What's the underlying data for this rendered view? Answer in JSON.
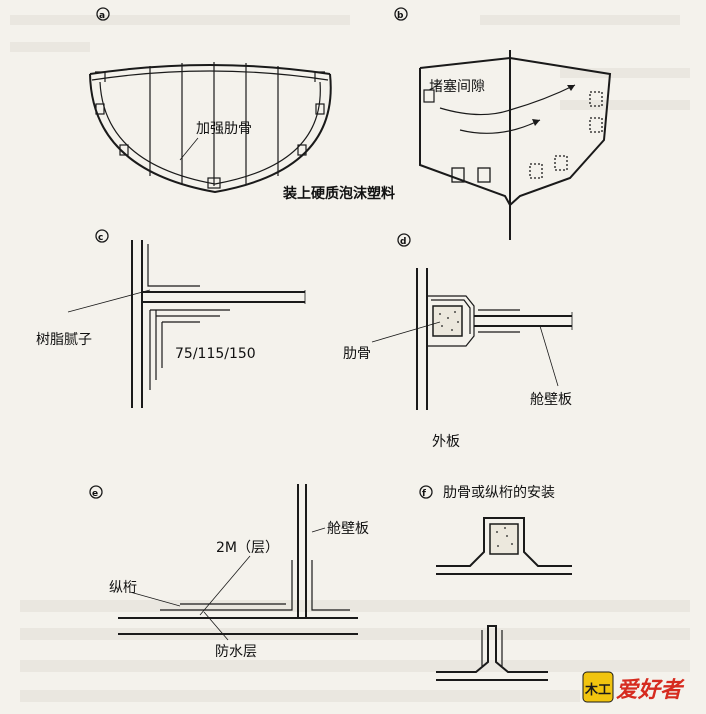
{
  "panel_a": {
    "marker": "a",
    "label_rib": "加强肋骨"
  },
  "panel_b": {
    "marker": "b",
    "label_gap": "堵塞间隙",
    "label_foam": "装上硬质泡沫塑料"
  },
  "panel_c": {
    "marker": "c",
    "label_putty": "树脂腻子",
    "label_dims": "75/115/150"
  },
  "panel_d": {
    "marker": "d",
    "label_rib": "肋骨",
    "label_bulkhead": "舱壁板",
    "label_shell": "外板"
  },
  "panel_e": {
    "marker": "e",
    "label_bulkhead": "舱壁板",
    "label_layers": "2M（层）",
    "label_girder": "纵桁",
    "label_waterproof": "防水层"
  },
  "panel_f": {
    "marker": "f",
    "label_title": "肋骨或纵桁的安装"
  },
  "watermark": {
    "text": "爱好者",
    "badge": "木工"
  },
  "colors": {
    "ink": "#1a1a1a",
    "paper": "#f4f2ec",
    "watermark_red": "#d62b1f",
    "watermark_yellow": "#f1c40f"
  }
}
